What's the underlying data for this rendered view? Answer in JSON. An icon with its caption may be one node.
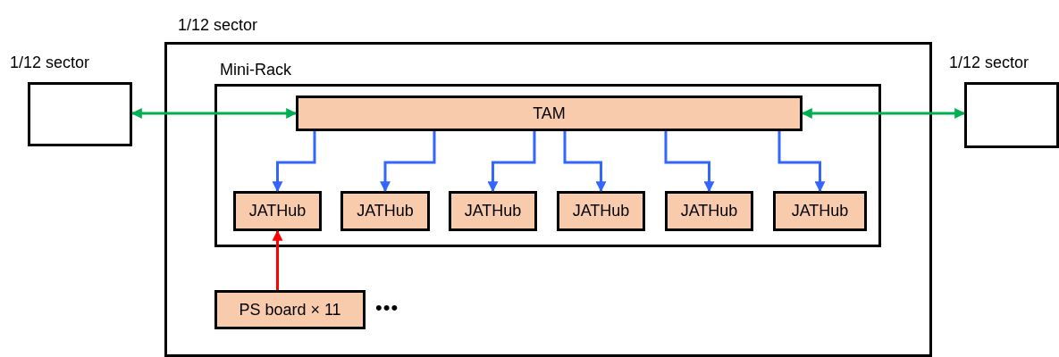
{
  "diagram": {
    "nodes": [
      {
        "text": [
          "1/12 sector"
        ]
      },
      {
        "text": [
          "1/12 sector"
        ]
      },
      {
        "text": [
          "Mini-Rack"
        ],
        "in": 0
      },
      {
        "text": [
          "TAM"
        ],
        "in": 2
      },
      {
        "text": [
          "JATHub"
        ],
        "in": 2
      },
      {
        "text": [
          "JATHub"
        ],
        "in": 2
      },
      {
        "text": [
          "JATHub"
        ],
        "in": 2
      },
      {
        "text": [
          "JATHub"
        ],
        "in": 2
      },
      {
        "text": [
          "JATHub"
        ],
        "in": 2
      },
      {
        "text": [
          "JATHub"
        ],
        "in": 2
      },
      {
        "text": [
          "PS board × 11"
        ],
        "in": 0,
        "beside": [
          "•••"
        ]
      },
      {
        "text": [
          "1/12 sector"
        ]
      }
    ],
    "edges": [
      {
        "from": 1,
        "to": 3,
        "arrow": "both",
        "color": "#00b050"
      },
      {
        "from": 3,
        "to": 11,
        "arrow": "both",
        "color": "#00b050"
      },
      {
        "from": 3,
        "to": 4,
        "arrow": "to"
      },
      {
        "from": 3,
        "to": 5,
        "arrow": "to"
      },
      {
        "from": 3,
        "to": 6,
        "arrow": "to"
      },
      {
        "from": 3,
        "to": 7,
        "arrow": "to"
      },
      {
        "from": 3,
        "to": 8,
        "arrow": "to"
      },
      {
        "from": 3,
        "to": 9,
        "arrow": "to"
      },
      {
        "from": 10,
        "to": 4,
        "arrow": "to",
        "color": "#ff0000"
      }
    ]
  }
}
